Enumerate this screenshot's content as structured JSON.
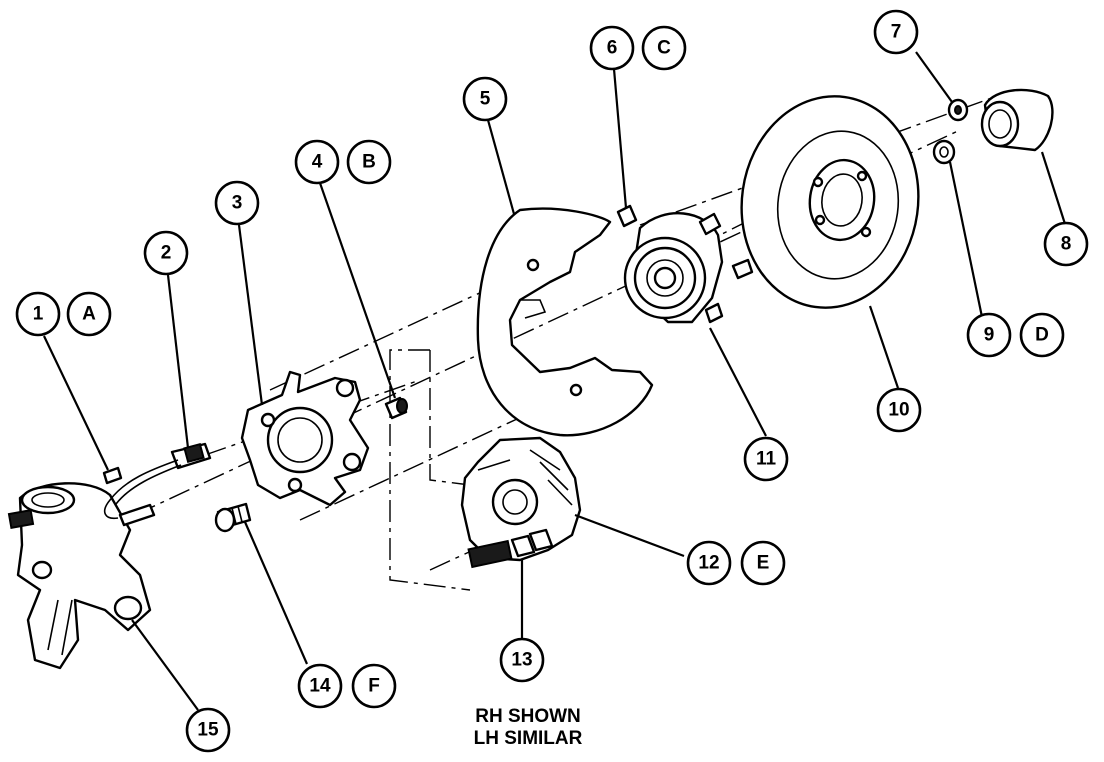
{
  "note": {
    "line1": "RH SHOWN",
    "line2": "LH SIMILAR"
  },
  "callouts": {
    "c1": "1",
    "cA": "A",
    "c2": "2",
    "c3": "3",
    "c4": "4",
    "cB": "B",
    "c5": "5",
    "c6": "6",
    "cC": "C",
    "c7": "7",
    "c8": "8",
    "c9": "9",
    "cD": "D",
    "c10": "10",
    "c11": "11",
    "c12": "12",
    "cE": "E",
    "c13": "13",
    "c14": "14",
    "cF": "F",
    "c15": "15"
  }
}
